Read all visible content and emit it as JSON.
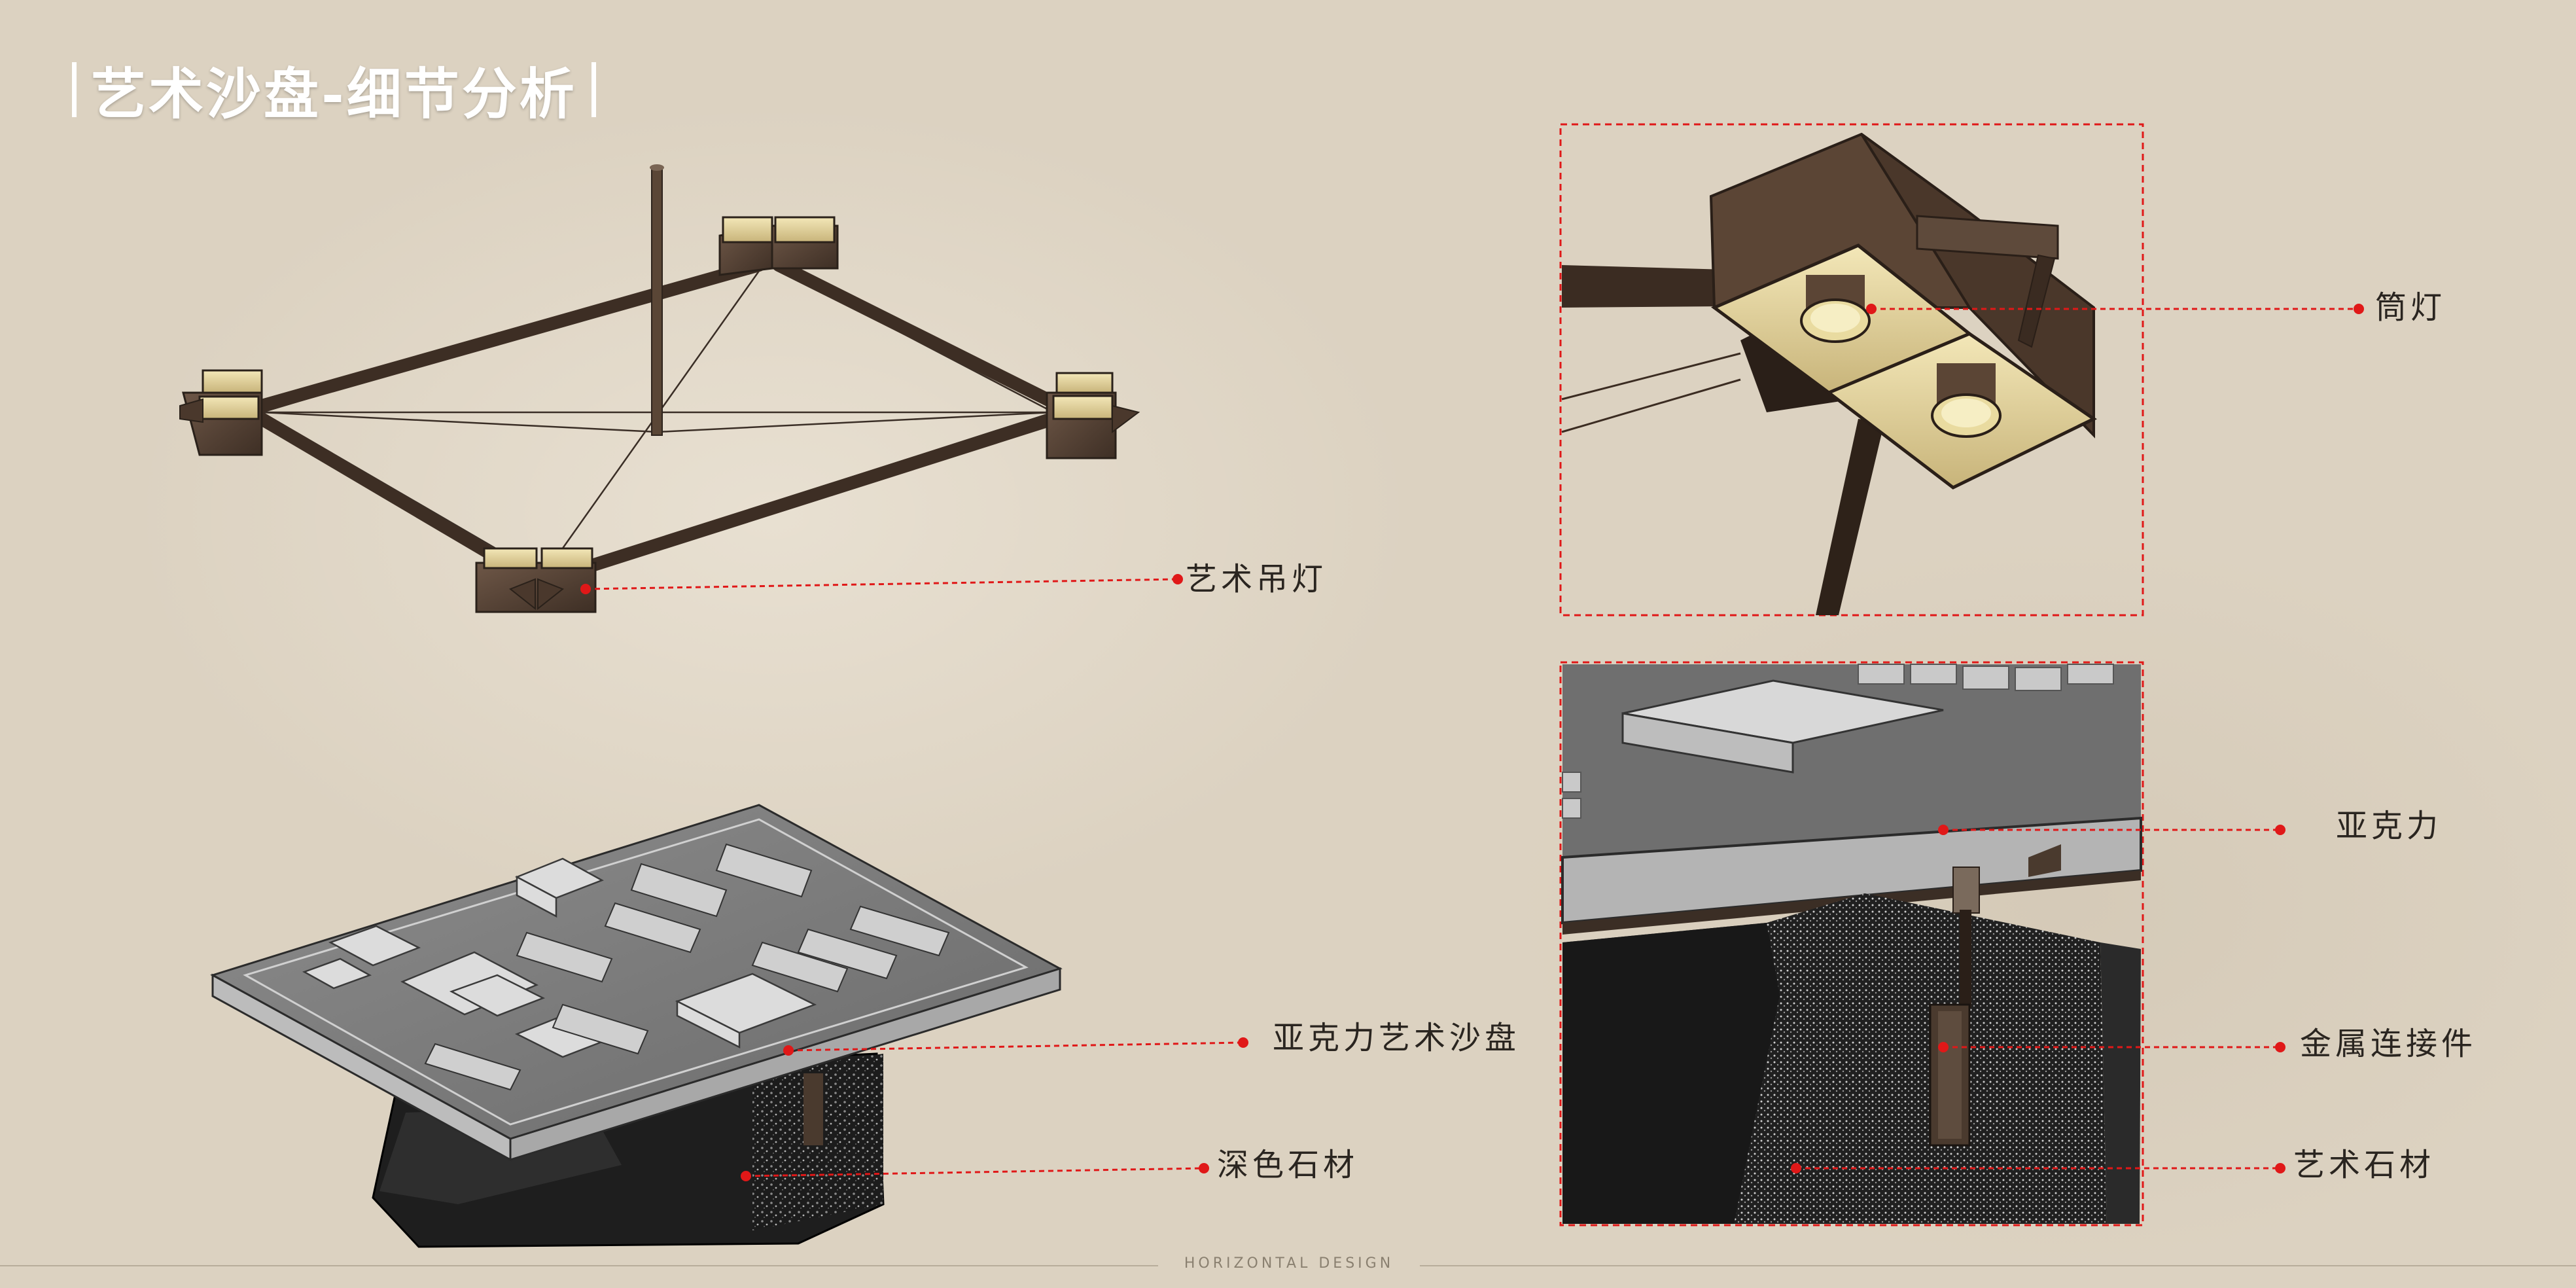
{
  "header": {
    "title": "艺术沙盘-细节分析"
  },
  "callouts": {
    "chandelier": "艺术吊灯",
    "downlight": "筒灯",
    "acrylic_sandtable": "亚克力艺术沙盘",
    "dark_stone": "深色石材",
    "acrylic": "亚克力",
    "metal_connector": "金属连接件",
    "art_stone": "艺术石材"
  },
  "footer": {
    "text": "HORIZONTAL DESIGN"
  },
  "colors": {
    "callout_red": "#e01818",
    "bronze": "#5a4636",
    "lamp_gold": "#e8d9a0"
  }
}
